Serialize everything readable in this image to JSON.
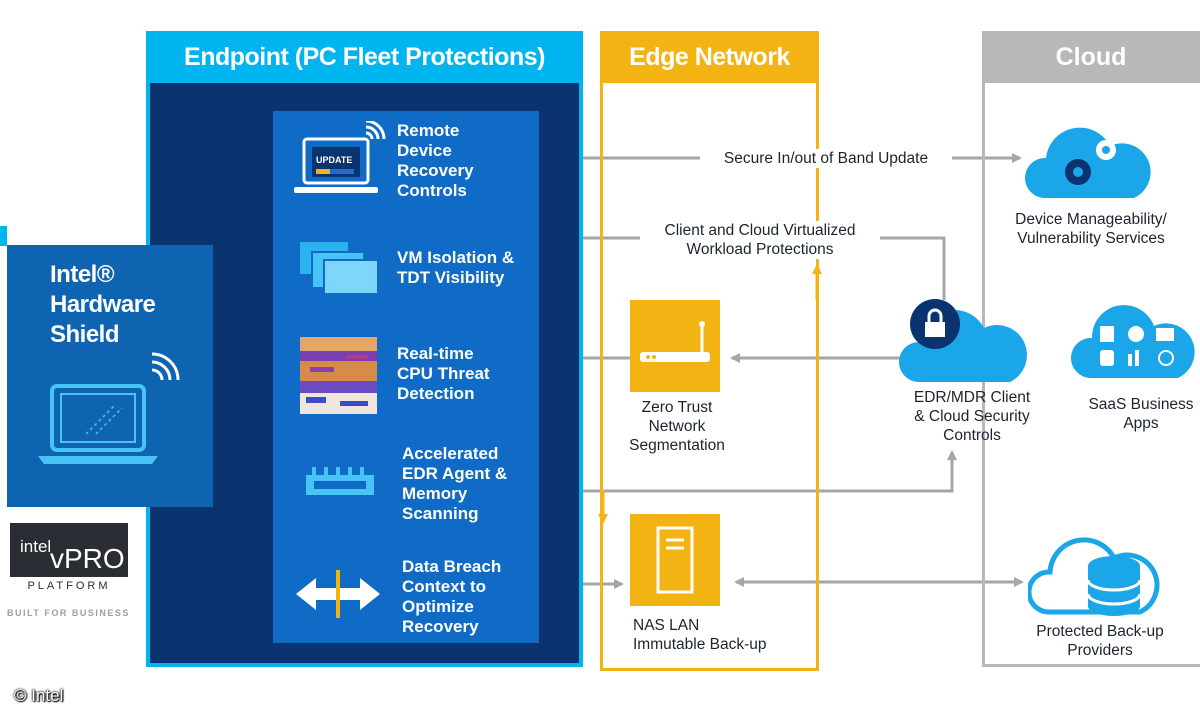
{
  "columns": {
    "endpoint": {
      "title": "Endpoint (PC Fleet Protections)"
    },
    "edge": {
      "title": "Edge Network"
    },
    "cloud": {
      "title": "Cloud"
    }
  },
  "shield": {
    "line1": "Intel®",
    "line2": "Hardware",
    "line3": "Shield"
  },
  "vpro": {
    "brand": "intel",
    "name": "vPRO",
    "platform": "PLATFORM",
    "tagline": "BUILT FOR BUSINESS"
  },
  "endpoint_items": [
    {
      "lines": [
        "Remote",
        "Device",
        "Recovery",
        "Controls"
      ],
      "icon": "laptop-update-icon",
      "icon_text": "UPDATE"
    },
    {
      "lines": [
        "VM Isolation &",
        "TDT Visibility"
      ],
      "icon": "stacked-windows-icon"
    },
    {
      "lines": [
        "Real-time",
        "CPU Threat",
        "Detection"
      ],
      "icon": "heatmap-icon"
    },
    {
      "lines": [
        "Accelerated",
        "EDR Agent &",
        "Memory",
        "Scanning"
      ],
      "icon": "memory-chip-icon"
    },
    {
      "lines": [
        "Data Breach",
        "Context to",
        "Optimize",
        "Recovery"
      ],
      "icon": "double-arrow-icon"
    }
  ],
  "connectors": {
    "secure_update": "Secure In/out of Band Update",
    "virtualized": [
      "Client and Cloud Virtualized",
      "Workload Protections"
    ]
  },
  "edge_items": {
    "zero_trust": [
      "Zero Trust",
      "Network",
      "Segmentation"
    ],
    "nas": [
      "NAS LAN",
      "Immutable Back-up"
    ]
  },
  "cloud_items": {
    "device_mgmt": [
      "Device Manageability/",
      "Vulnerability Services"
    ],
    "edr": [
      "EDR/MDR Client",
      "& Cloud Security",
      "Controls"
    ],
    "saas": [
      "SaaS Business",
      "Apps"
    ],
    "backup": [
      "Protected Back-up",
      "Providers"
    ]
  },
  "copyright": "© Intel",
  "colors": {
    "cyan": "#00b4ef",
    "navy": "#0a3370",
    "blue": "#0f6bc5",
    "yellow": "#f3b312",
    "gray": "#b8b8b8",
    "cloud_blue": "#1aa6e8"
  }
}
